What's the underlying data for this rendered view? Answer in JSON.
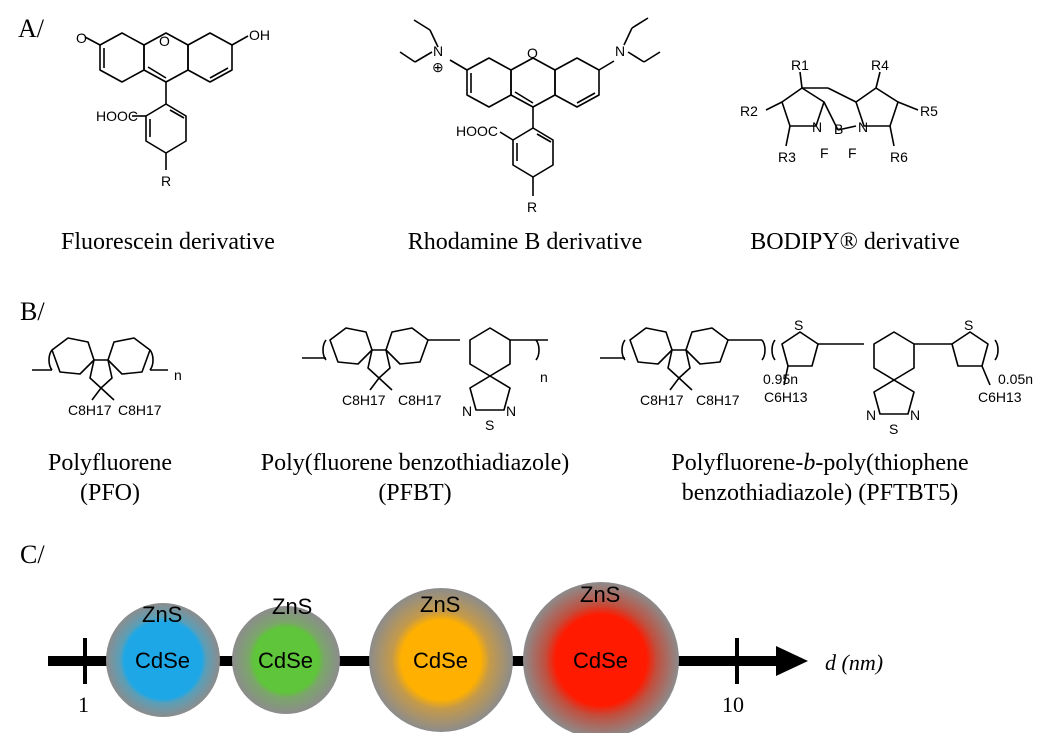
{
  "panels": {
    "a_label": "A/",
    "b_label": "B/",
    "c_label": "C/"
  },
  "panel_a": {
    "molecules": [
      {
        "caption": "Fluorescein derivative",
        "atoms": {
          "o_keto": "O",
          "o_ring": "O",
          "oh": "OH",
          "cooh": "HOOC",
          "r": "R"
        }
      },
      {
        "caption": "Rhodamine B derivative",
        "atoms": {
          "n_plus": "N",
          "plus": "⊕",
          "o_ring": "O",
          "n_right": "N",
          "cooh": "HOOC",
          "r": "R"
        }
      },
      {
        "caption": "BODIPY® derivative",
        "atoms": {
          "r1": "R1",
          "r2": "R2",
          "r3": "R3",
          "r4": "R4",
          "r5": "R5",
          "r6": "R6",
          "n_left": "N",
          "n_right": "N",
          "b": "B",
          "f_left": "F",
          "f_right": "F"
        }
      }
    ]
  },
  "panel_b": {
    "polymers": [
      {
        "caption_line1": "Polyfluorene",
        "caption_line2": "(PFO)",
        "sub_n": "n",
        "alkyl_left": "C8H17",
        "alkyl_right": "C8H17"
      },
      {
        "caption_line1": "Poly(fluorene benzothiadiazole)",
        "caption_line2": "(PFBT)",
        "sub_n": "n",
        "alkyl_left": "C8H17",
        "alkyl_right": "C8H17",
        "n1": "N",
        "s": "S",
        "n2": "N"
      },
      {
        "caption_line1_pre": "Polyfluorene-",
        "caption_line1_italic": "b",
        "caption_line1_post": "-poly(thiophene",
        "caption_line2": "benzothiadiazole) (PFTBT5)",
        "sub_a": "0.95n",
        "sub_b": "0.05n",
        "alkyl_left": "C8H17",
        "alkyl_right": "C8H17",
        "hexyl_left": "C6H13",
        "hexyl_right": "C6H13",
        "s_left": "S",
        "s_right": "S",
        "n1": "N",
        "s": "S",
        "n2": "N"
      }
    ]
  },
  "panel_c": {
    "axis_label": "d (nm)",
    "tick_left": "1",
    "tick_right": "10",
    "dots": [
      {
        "shell": "ZnS",
        "core": "CdSe",
        "core_color": "#1ea7e6"
      },
      {
        "shell": "ZnS",
        "core": "CdSe",
        "core_color": "#5fc53a"
      },
      {
        "shell": "ZnS",
        "core": "CdSe",
        "core_color": "#ffb000"
      },
      {
        "shell": "ZnS",
        "core": "CdSe",
        "core_color": "#ff1a00"
      }
    ],
    "shell_color": "#8c8c8c"
  }
}
